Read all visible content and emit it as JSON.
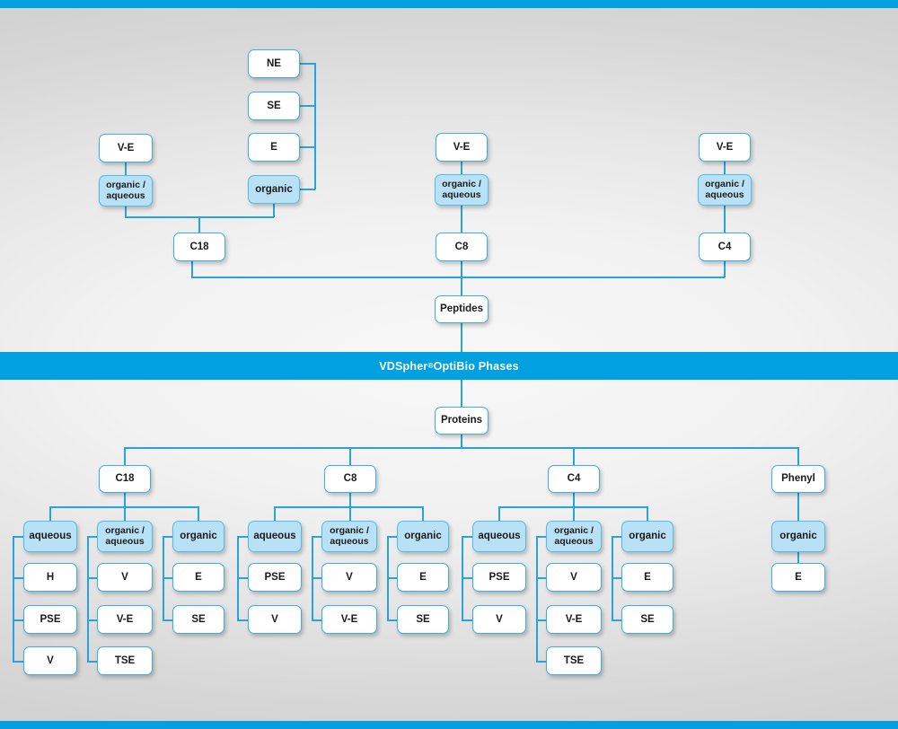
{
  "meta": {
    "banner_text": "VDSpher",
    "banner_sup": "®",
    "banner_text2": " OptiBio Phases",
    "accent_color": "#00a0e1",
    "line_color": "#29a3e0",
    "box_fill_white": "#ffffff",
    "box_fill_blue": "#b9e1f5",
    "background": "#eeeeee"
  },
  "peptides": {
    "root_label": "Peptides",
    "columns": [
      {
        "id": "c18",
        "label": "C18",
        "left_chain": {
          "top_label": "V-E",
          "mid_label_line1": "organic /",
          "mid_label_line2": "aqueous"
        },
        "right_chain": {
          "mode_label": "organic",
          "items": [
            "NE",
            "SE",
            "E"
          ]
        }
      },
      {
        "id": "c8",
        "label": "C8",
        "left_chain": {
          "top_label": "V-E",
          "mid_label_line1": "organic /",
          "mid_label_line2": "aqueous"
        }
      },
      {
        "id": "c4",
        "label": "C4",
        "left_chain": {
          "top_label": "V-E",
          "mid_label_line1": "organic /",
          "mid_label_line2": "aqueous"
        }
      }
    ]
  },
  "proteins": {
    "root_label": "Proteins",
    "columns": [
      {
        "id": "c18",
        "label": "C18",
        "groups": [
          {
            "mode_line1": "aqueous",
            "mode_line2": "",
            "items": [
              "H",
              "PSE",
              "V"
            ]
          },
          {
            "mode_line1": "organic /",
            "mode_line2": "aqueous",
            "items": [
              "V",
              "V-E",
              "TSE"
            ]
          },
          {
            "mode_line1": "organic",
            "mode_line2": "",
            "items": [
              "E",
              "SE"
            ]
          }
        ]
      },
      {
        "id": "c8",
        "label": "C8",
        "groups": [
          {
            "mode_line1": "aqueous",
            "mode_line2": "",
            "items": [
              "PSE",
              "V"
            ]
          },
          {
            "mode_line1": "organic /",
            "mode_line2": "aqueous",
            "items": [
              "V",
              "V-E"
            ]
          },
          {
            "mode_line1": "organic",
            "mode_line2": "",
            "items": [
              "E",
              "SE"
            ]
          }
        ]
      },
      {
        "id": "c4",
        "label": "C4",
        "groups": [
          {
            "mode_line1": "aqueous",
            "mode_line2": "",
            "items": [
              "PSE",
              "V"
            ]
          },
          {
            "mode_line1": "organic /",
            "mode_line2": "aqueous",
            "items": [
              "V",
              "V-E",
              "TSE"
            ]
          },
          {
            "mode_line1": "organic",
            "mode_line2": "",
            "items": [
              "E",
              "SE"
            ]
          }
        ]
      },
      {
        "id": "phenyl",
        "label": "Phenyl",
        "groups": [
          {
            "mode_line1": "organic",
            "mode_line2": "",
            "items": [
              "E"
            ]
          }
        ]
      }
    ]
  }
}
